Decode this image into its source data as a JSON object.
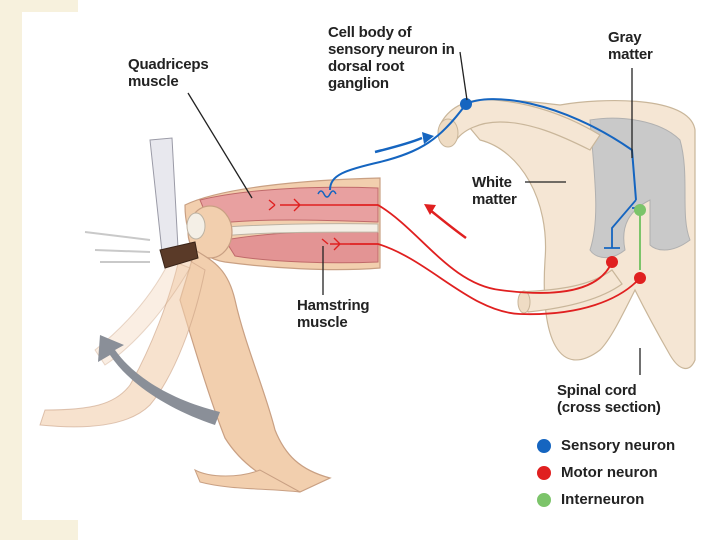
{
  "labels": {
    "cell_body": "Cell body of\nsensory neuron in\ndorsal root\nganglion",
    "gray_matter": "Gray\nmatter",
    "quadriceps": "Quadriceps\nmuscle",
    "white_matter": "White\nmatter",
    "hamstring": "Hamstring\nmuscle",
    "spinal_cord": "Spinal cord\n(cross section)"
  },
  "legend": [
    {
      "label": "Sensory neuron",
      "color": "#1565c0"
    },
    {
      "label": "Motor neuron",
      "color": "#e02020"
    },
    {
      "label": "Interneuron",
      "color": "#7cc46a"
    }
  ],
  "colors": {
    "sensory": "#1565c0",
    "motor": "#e02020",
    "interneuron": "#7cc46a",
    "skin": "#f2cfae",
    "muscle": "#e8a0a0",
    "gray_matter": "#c9c9c9",
    "white_matter": "#f5e6d4"
  }
}
